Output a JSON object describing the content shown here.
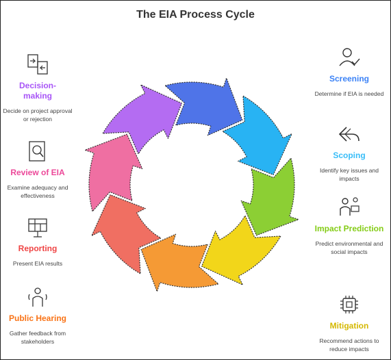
{
  "title": "The EIA Process Cycle",
  "steps": [
    {
      "key": "screening",
      "label": "Screening",
      "desc": "Determine if EIA is needed",
      "color": "#3b82f6",
      "icon": "person-check-icon"
    },
    {
      "key": "scoping",
      "label": "Scoping",
      "desc": "Identify key issues and impacts",
      "color": "#38bdf8",
      "icon": "return-arrow-icon"
    },
    {
      "key": "impact",
      "label": "Impact Prediction",
      "desc": "Predict environmental and social impacts",
      "color": "#84cc16",
      "icon": "presenter-icon"
    },
    {
      "key": "mitigation",
      "label": "Mitigation",
      "desc": "Recommend actions to reduce impacts",
      "color": "#d4b800",
      "icon": "chip-icon"
    },
    {
      "key": "public",
      "label": "Public Hearing",
      "desc": "Gather feedback from stakeholders",
      "color": "#f97316",
      "icon": "speaker-icon"
    },
    {
      "key": "reporting",
      "label": "Reporting",
      "desc": "Present EIA results",
      "color": "#ef4444",
      "icon": "report-board-icon"
    },
    {
      "key": "review",
      "label": "Review of EIA",
      "desc": "Examine adequacy and effectiveness",
      "color": "#ec4899",
      "icon": "document-search-icon"
    },
    {
      "key": "decision",
      "label": "Decision-making",
      "desc": "Decide on project approval or rejection",
      "color": "#a855f7",
      "icon": "decision-arrows-icon"
    }
  ],
  "arrow_colors": [
    "#4f74e8",
    "#28b3f3",
    "#8ccf34",
    "#f2d61a",
    "#f59a35",
    "#f06f62",
    "#ef6fa2",
    "#b46cf2"
  ]
}
